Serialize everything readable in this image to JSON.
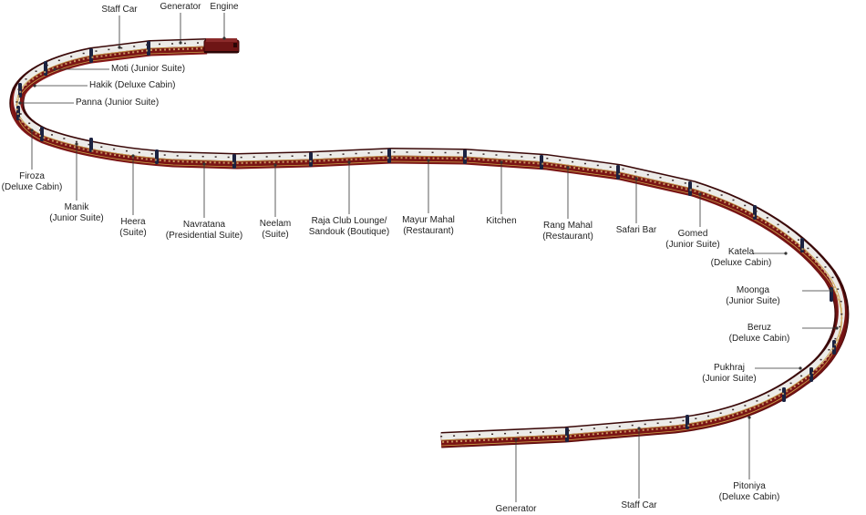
{
  "cars": [
    {
      "id": "engine",
      "name": "Engine",
      "line2": ""
    },
    {
      "id": "generator-front",
      "name": "Generator",
      "line2": ""
    },
    {
      "id": "staff-car-front",
      "name": "Staff Car",
      "line2": ""
    },
    {
      "id": "moti",
      "name": "Moti (Junior Suite)",
      "line2": ""
    },
    {
      "id": "hakik",
      "name": "Hakik (Deluxe Cabin)",
      "line2": ""
    },
    {
      "id": "panna",
      "name": "Panna (Junior Suite)",
      "line2": ""
    },
    {
      "id": "firoza",
      "name": "Firoza",
      "line2": "(Deluxe Cabin)"
    },
    {
      "id": "manik",
      "name": "Manik",
      "line2": "(Junior Suite)"
    },
    {
      "id": "heera",
      "name": "Heera",
      "line2": "(Suite)"
    },
    {
      "id": "navratana",
      "name": "Navratana",
      "line2": "(Presidential Suite)"
    },
    {
      "id": "neelam",
      "name": "Neelam",
      "line2": "(Suite)"
    },
    {
      "id": "raja-club",
      "name": "Raja Club Lounge/",
      "line2": "Sandouk (Boutique)"
    },
    {
      "id": "mayur-mahal",
      "name": "Mayur Mahal",
      "line2": "(Restaurant)"
    },
    {
      "id": "kitchen",
      "name": "Kitchen",
      "line2": ""
    },
    {
      "id": "rang-mahal",
      "name": "Rang Mahal",
      "line2": "(Restaurant)"
    },
    {
      "id": "safari-bar",
      "name": "Safari Bar",
      "line2": ""
    },
    {
      "id": "gomed",
      "name": "Gomed",
      "line2": "(Junior Suite)"
    },
    {
      "id": "katela",
      "name": "Katela",
      "line2": "(Deluxe Cabin)"
    },
    {
      "id": "moonga",
      "name": "Moonga",
      "line2": "(Junior Suite)"
    },
    {
      "id": "beruz",
      "name": "Beruz",
      "line2": "(Deluxe Cabin)"
    },
    {
      "id": "pukhraj",
      "name": "Pukhraj",
      "line2": "(Junior Suite)"
    },
    {
      "id": "pitoniya",
      "name": "Pitoniya",
      "line2": "(Deluxe Cabin)"
    },
    {
      "id": "staff-car-rear",
      "name": "Staff Car",
      "line2": ""
    },
    {
      "id": "generator-rear",
      "name": "Generator",
      "line2": ""
    }
  ],
  "colors": {
    "roof": "#ecebe8",
    "body": "#7a1414",
    "stripe": "#c9a24a",
    "joint": "#1b2240",
    "leader": "#333333"
  }
}
